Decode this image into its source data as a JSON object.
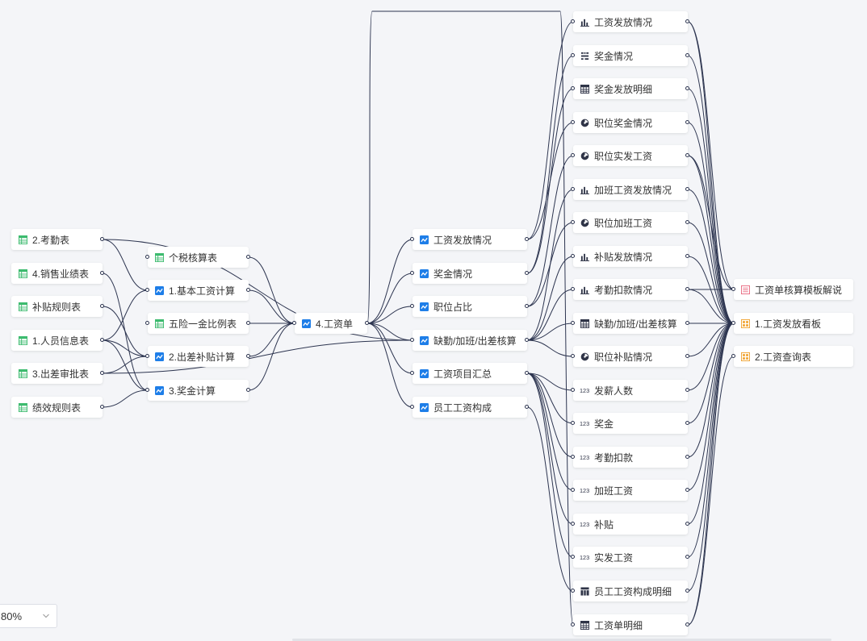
{
  "colors": {
    "edge": "#2d3550",
    "table_icon": "#3dbb6f",
    "chart_icon": "#1e7ee8",
    "dashboard_icon": "#f0a330",
    "doc_icon": "#e8697f",
    "widget_icon": "#2f3447"
  },
  "zoom": {
    "value": "80%"
  },
  "nodes": [
    {
      "id": "t1",
      "label": "2.考勤表",
      "icon": "table-icon"
    },
    {
      "id": "t2",
      "label": "4.销售业绩表",
      "icon": "table-icon"
    },
    {
      "id": "t3",
      "label": "补贴规则表",
      "icon": "table-icon"
    },
    {
      "id": "t4",
      "label": "1.人员信息表",
      "icon": "table-icon"
    },
    {
      "id": "t5",
      "label": "3.出差审批表",
      "icon": "table-icon"
    },
    {
      "id": "t6",
      "label": "绩效规则表",
      "icon": "table-icon"
    },
    {
      "id": "m1",
      "label": "个税核算表",
      "icon": "table-icon"
    },
    {
      "id": "m2",
      "label": "1.基本工资计算",
      "icon": "model-icon"
    },
    {
      "id": "m3",
      "label": "五险一金比例表",
      "icon": "table-icon"
    },
    {
      "id": "m4",
      "label": "2.出差补贴计算",
      "icon": "model-icon"
    },
    {
      "id": "m5",
      "label": "3.奖金计算",
      "icon": "model-icon"
    },
    {
      "id": "c1",
      "label": "4.工资单",
      "icon": "model-icon"
    },
    {
      "id": "d1",
      "label": "工资发放情况",
      "icon": "model-icon"
    },
    {
      "id": "d2",
      "label": "奖金情况",
      "icon": "model-icon"
    },
    {
      "id": "d3",
      "label": "职位占比",
      "icon": "model-icon"
    },
    {
      "id": "d4",
      "label": "缺勤/加班/出差核算",
      "icon": "model-icon"
    },
    {
      "id": "d5",
      "label": "工资项目汇总",
      "icon": "model-icon"
    },
    {
      "id": "d6",
      "label": "员工工资构成",
      "icon": "model-icon"
    },
    {
      "id": "w1",
      "label": "工资发放情况",
      "icon": "bar-chart-icon"
    },
    {
      "id": "w2",
      "label": "奖金情况",
      "icon": "bar-grid-icon"
    },
    {
      "id": "w3",
      "label": "奖金发放明细",
      "icon": "grid-table-icon"
    },
    {
      "id": "w4",
      "label": "职位奖金情况",
      "icon": "pie-icon"
    },
    {
      "id": "w5",
      "label": "职位实发工资",
      "icon": "pie-icon"
    },
    {
      "id": "w6",
      "label": "加班工资发放情况",
      "icon": "bar-chart-icon"
    },
    {
      "id": "w7",
      "label": "职位加班工资",
      "icon": "pie-icon"
    },
    {
      "id": "w8",
      "label": "补贴发放情况",
      "icon": "bar-chart-icon"
    },
    {
      "id": "w9",
      "label": "考勤扣款情况",
      "icon": "bar-chart-icon"
    },
    {
      "id": "w10",
      "label": "缺勤/加班/出差核算",
      "icon": "grid-table-icon"
    },
    {
      "id": "w11",
      "label": "职位补贴情况",
      "icon": "pie-icon"
    },
    {
      "id": "w12",
      "label": "发薪人数",
      "icon": "number-icon"
    },
    {
      "id": "w13",
      "label": "奖金",
      "icon": "number-icon"
    },
    {
      "id": "w14",
      "label": "考勤扣款",
      "icon": "number-icon"
    },
    {
      "id": "w15",
      "label": "加班工资",
      "icon": "number-icon"
    },
    {
      "id": "w16",
      "label": "补贴",
      "icon": "number-icon"
    },
    {
      "id": "w17",
      "label": "实发工资",
      "icon": "number-icon"
    },
    {
      "id": "w18",
      "label": "员工工资构成明细",
      "icon": "pivot-icon"
    },
    {
      "id": "w19",
      "label": "工资单明细",
      "icon": "grid-table-icon"
    },
    {
      "id": "r1",
      "label": "工资单核算模板解说",
      "icon": "doc-icon"
    },
    {
      "id": "r2",
      "label": "1.工资发放看板",
      "icon": "dashboard-icon"
    },
    {
      "id": "r3",
      "label": "2.工资查询表",
      "icon": "dashboard-icon"
    }
  ],
  "edges": [
    [
      "t1",
      "m2"
    ],
    [
      "t1",
      "d4"
    ],
    [
      "t2",
      "m5"
    ],
    [
      "t3",
      "m4"
    ],
    [
      "t4",
      "m2"
    ],
    [
      "t4",
      "m4"
    ],
    [
      "t4",
      "m5"
    ],
    [
      "t5",
      "m4"
    ],
    [
      "t5",
      "d4"
    ],
    [
      "t6",
      "m5"
    ],
    [
      "m1",
      "c1"
    ],
    [
      "m2",
      "c1"
    ],
    [
      "m3",
      "c1"
    ],
    [
      "m4",
      "c1"
    ],
    [
      "m5",
      "c1"
    ],
    [
      "c1",
      "d1"
    ],
    [
      "c1",
      "d2"
    ],
    [
      "c1",
      "d3"
    ],
    [
      "c1",
      "d4"
    ],
    [
      "c1",
      "d5"
    ],
    [
      "c1",
      "d6"
    ],
    [
      "c1",
      "w19"
    ],
    [
      "d1",
      "w1"
    ],
    [
      "d1",
      "w4"
    ],
    [
      "d2",
      "w2"
    ],
    [
      "d2",
      "w3"
    ],
    [
      "d3",
      "w5"
    ],
    [
      "d3",
      "w7"
    ],
    [
      "d4",
      "w6"
    ],
    [
      "d4",
      "w8"
    ],
    [
      "d4",
      "w9"
    ],
    [
      "d4",
      "w10"
    ],
    [
      "d4",
      "w11"
    ],
    [
      "d5",
      "w12"
    ],
    [
      "d5",
      "w13"
    ],
    [
      "d5",
      "w14"
    ],
    [
      "d5",
      "w15"
    ],
    [
      "d5",
      "w16"
    ],
    [
      "d5",
      "w17"
    ],
    [
      "d6",
      "w18"
    ],
    [
      "w1",
      "r2"
    ],
    [
      "w2",
      "r2"
    ],
    [
      "w3",
      "r2"
    ],
    [
      "w4",
      "r2"
    ],
    [
      "w5",
      "r2"
    ],
    [
      "w5",
      "r1"
    ],
    [
      "w6",
      "r2"
    ],
    [
      "w7",
      "r2"
    ],
    [
      "w8",
      "r2"
    ],
    [
      "w9",
      "r2"
    ],
    [
      "w9",
      "r1"
    ],
    [
      "w10",
      "r2"
    ],
    [
      "w11",
      "r2"
    ],
    [
      "w12",
      "r2"
    ],
    [
      "w13",
      "r2"
    ],
    [
      "w14",
      "r2"
    ],
    [
      "w15",
      "r2"
    ],
    [
      "w16",
      "r2"
    ],
    [
      "w17",
      "r2"
    ],
    [
      "w18",
      "r2"
    ],
    [
      "w19",
      "r3"
    ],
    [
      "w19",
      "r2"
    ],
    [
      "w1",
      "r1"
    ]
  ]
}
